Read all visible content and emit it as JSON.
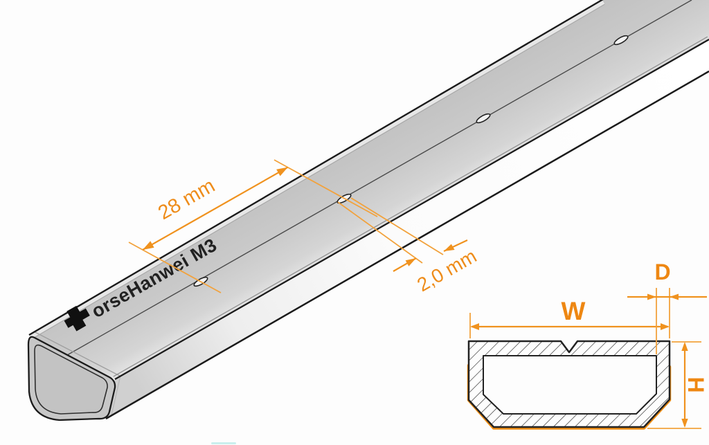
{
  "tube": {
    "marking": "orseHanwei M3"
  },
  "iso_dimensions": {
    "pitch": "28 mm",
    "hole_length": "2,0 mm"
  },
  "cross_section": {
    "width_label": "W",
    "thickness_label": "D",
    "height_label": "H"
  },
  "colors": {
    "dimension_orange": "#F0921E",
    "label_orange": "#EE8712",
    "tube_gray": "#c9c9c9",
    "side_face": "#fafafa",
    "outline_dark": "#1b1b1b",
    "watermark_cyan": "#9fe4e0"
  }
}
